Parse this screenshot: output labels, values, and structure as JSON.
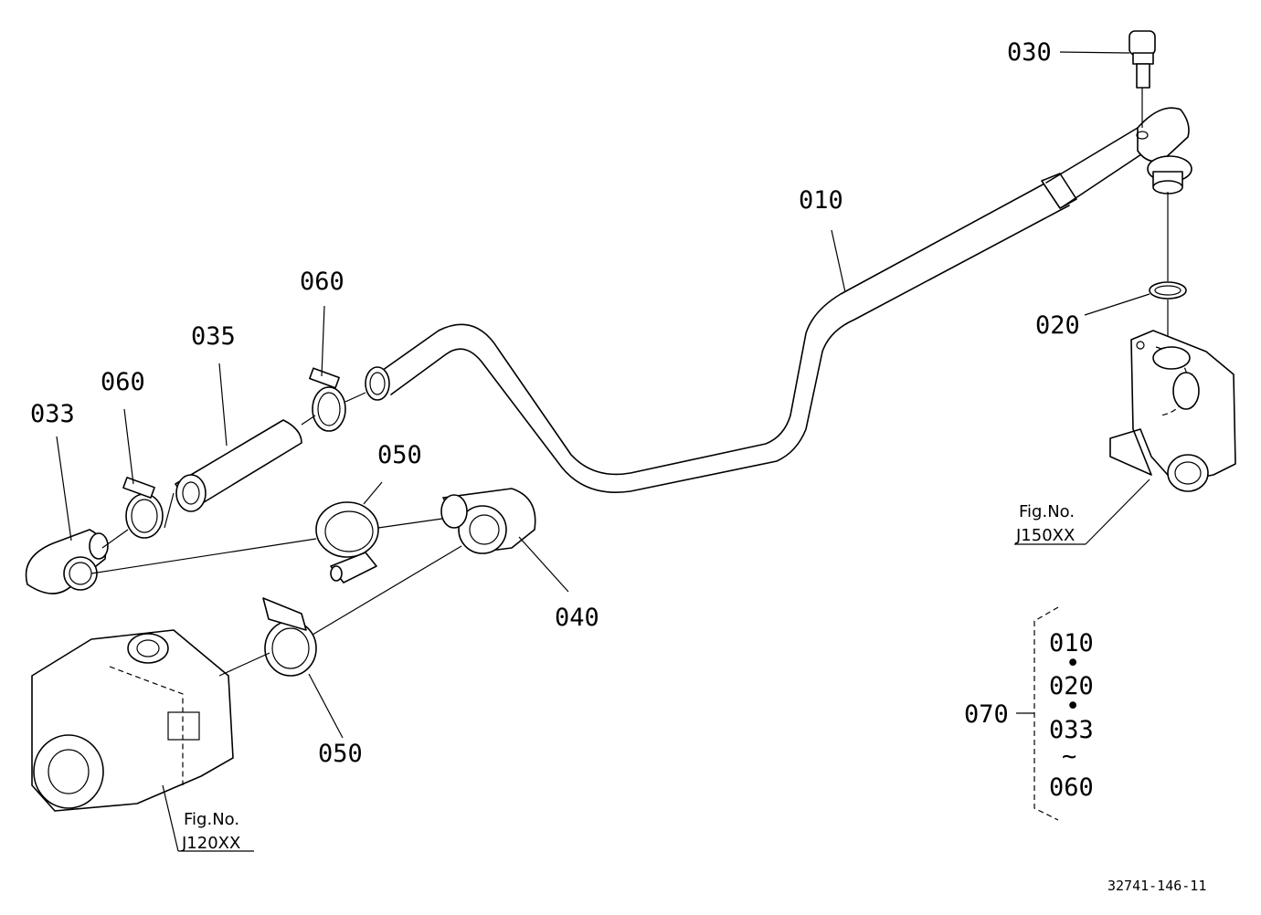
{
  "parts": {
    "p010": "010",
    "p020": "020",
    "p030": "030",
    "p033": "033",
    "p035": "035",
    "p040": "040",
    "p050a": "050",
    "p050b": "050",
    "p060a": "060",
    "p060b": "060",
    "p070": "070"
  },
  "figures": {
    "upper": {
      "title": "Fig.No.",
      "number": "J150XX"
    },
    "lower": {
      "title": "Fig.No.",
      "number": "J120XX"
    }
  },
  "kit": {
    "items": [
      "010",
      "020",
      "033",
      "060"
    ],
    "separators": [
      "•",
      "•",
      "~"
    ]
  },
  "diagram_code": "32741-146-11"
}
